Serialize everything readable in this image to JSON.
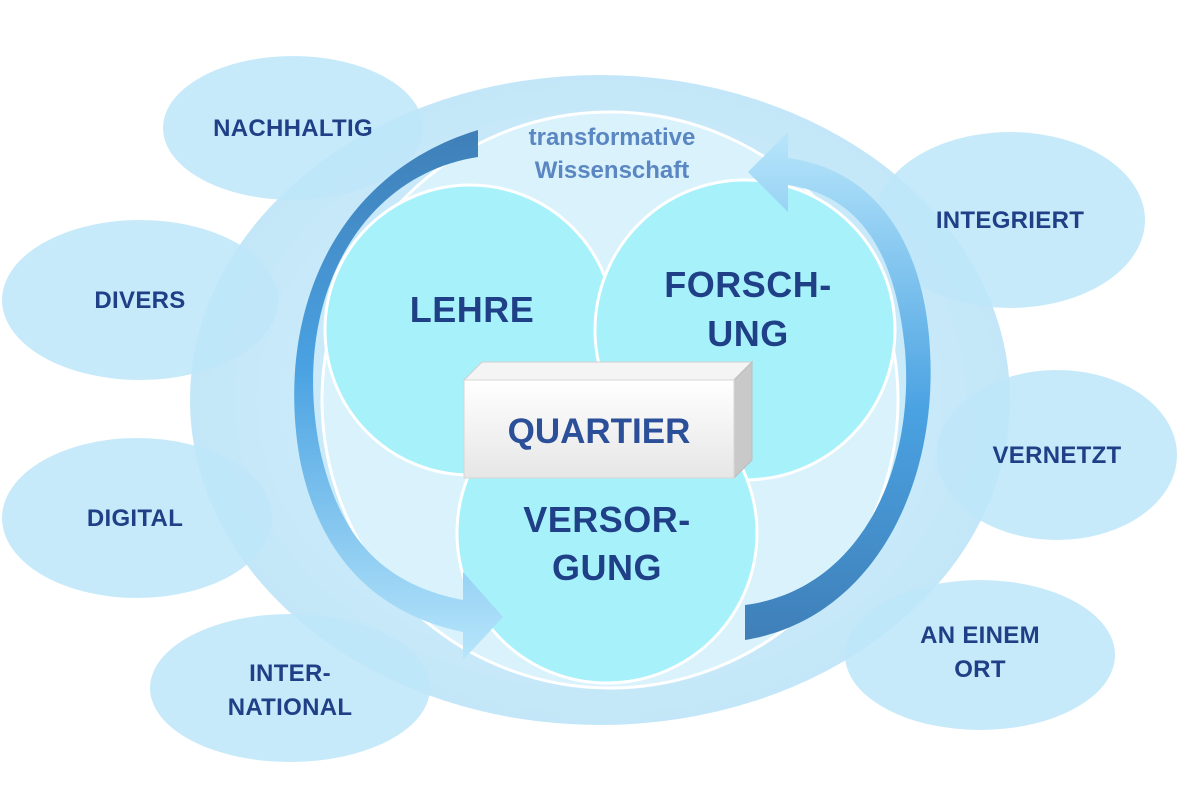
{
  "header": {
    "line1": "transformative",
    "line2": "Wissenschaft"
  },
  "outer": {
    "nachhaltig": "NACHHALTIG",
    "divers": "DIVERS",
    "digital": "DIGITAL",
    "international_1": "INTER-",
    "international_2": "NATIONAL",
    "integriert": "INTEGRIERT",
    "vernetzt": "VERNETZT",
    "ort_1": "AN EINEM",
    "ort_2": "ORT"
  },
  "core": {
    "lehre": "LEHRE",
    "forschung_1": "FORSCH-",
    "forschung_2": "UNG",
    "versorgung_1": "VERSOR-",
    "versorgung_2": "GUNG",
    "quartier": "QUARTIER"
  },
  "colors": {
    "outer_bubble": "#bde6f9",
    "core_circle": "#a6f1fa",
    "text": "#1f3f86",
    "arrow": "#4fa3e0"
  }
}
